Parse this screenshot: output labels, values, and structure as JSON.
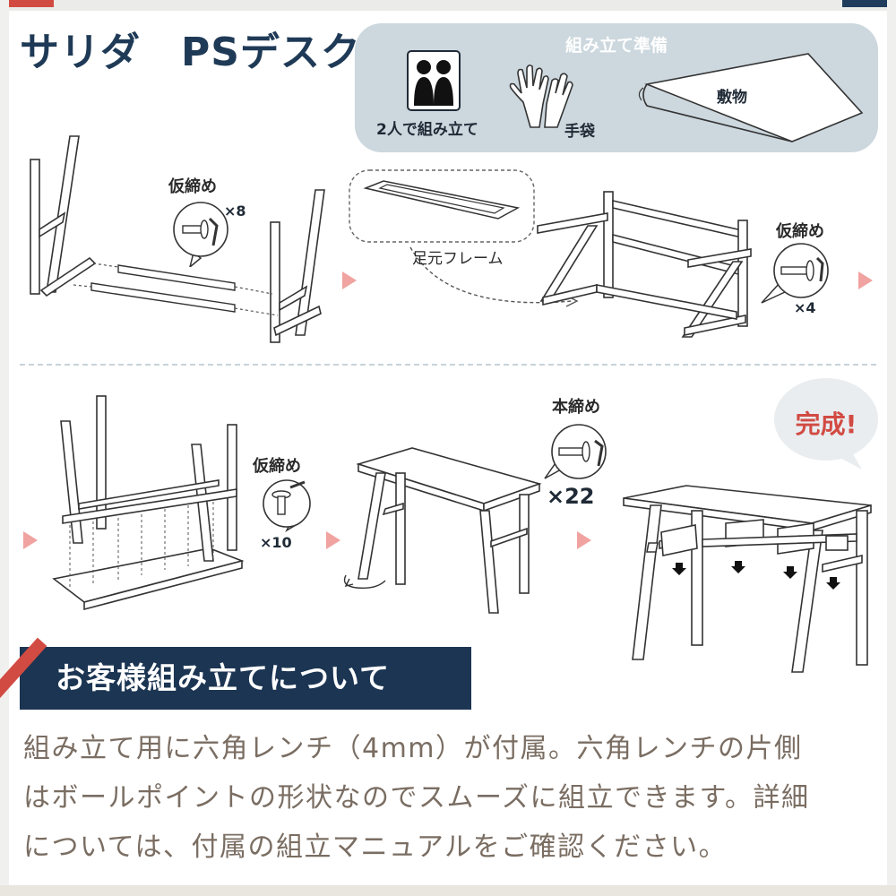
{
  "header": {
    "title": "サリダ　PSデスク"
  },
  "preparation": {
    "title": "組み立て準備",
    "items": [
      {
        "label": "2人で組み立て",
        "icon": "two-people-icon"
      },
      {
        "label": "手袋",
        "icon": "gloves-icon"
      },
      {
        "label": "敷物",
        "icon": "mat-icon"
      }
    ]
  },
  "steps": [
    {
      "label": "仮締め",
      "count": "×8"
    },
    {
      "callout": "足元フレーム"
    },
    {
      "label": "仮締め",
      "count": "×4"
    },
    {
      "label": "仮締め",
      "count": "×10"
    },
    {
      "label": "本締め",
      "count": "×22"
    },
    {
      "finish": "完成!"
    }
  ],
  "banner": {
    "text": "お客様組み立てについて"
  },
  "description": {
    "lines": [
      "組み立て用に六角レンチ（4mm）が付属。六角レンチの片側",
      "はボールポイントの形状なのでスムーズに組立できます。詳細",
      "については、付属の組立マニュアルをご確認ください。"
    ]
  },
  "colors": {
    "navy": "#1c3553",
    "accent_red": "#d24b43",
    "prep_panel": "#ccd7de",
    "arrow_pink": "#f0a3a0",
    "body_text": "#7a6d62"
  }
}
